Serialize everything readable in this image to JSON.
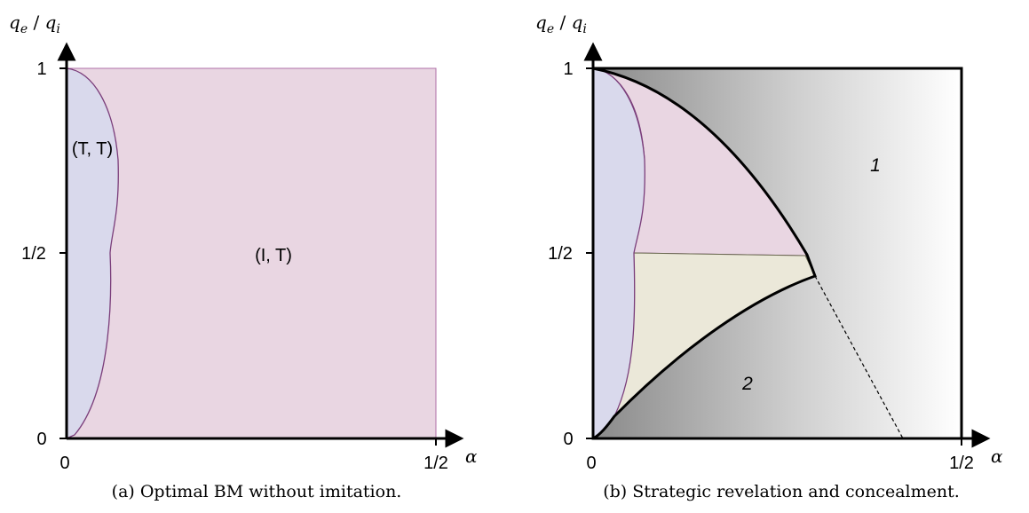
{
  "panels": [
    {
      "id": "a",
      "y_axis_label": {
        "base1": "q",
        "sub1": "e",
        "sep": " / ",
        "base2": "q",
        "sub2": "i"
      },
      "x_axis_label": "α",
      "y_ticks": [
        "0",
        "1/2",
        "1"
      ],
      "x_ticks": [
        "0",
        "1/2"
      ],
      "regions": [
        "(T, T)",
        "(I, T)"
      ],
      "caption": "(a) Optimal BM without imitation."
    },
    {
      "id": "b",
      "y_axis_label": {
        "base1": "q",
        "sub1": "e",
        "sep": " / ",
        "base2": "q",
        "sub2": "i"
      },
      "x_axis_label": "α",
      "y_ticks": [
        "0",
        "1/2",
        "1"
      ],
      "x_ticks": [
        "0",
        "1/2"
      ],
      "regions": [
        "1",
        "2"
      ],
      "caption": "(b) Strategic revelation and concealment."
    }
  ],
  "colors": {
    "lavender": "#d9d9ec",
    "pink": "#e9d6e2",
    "beige": "#ebe8d9",
    "curve": "#7a3d7a",
    "axis": "#000000"
  }
}
